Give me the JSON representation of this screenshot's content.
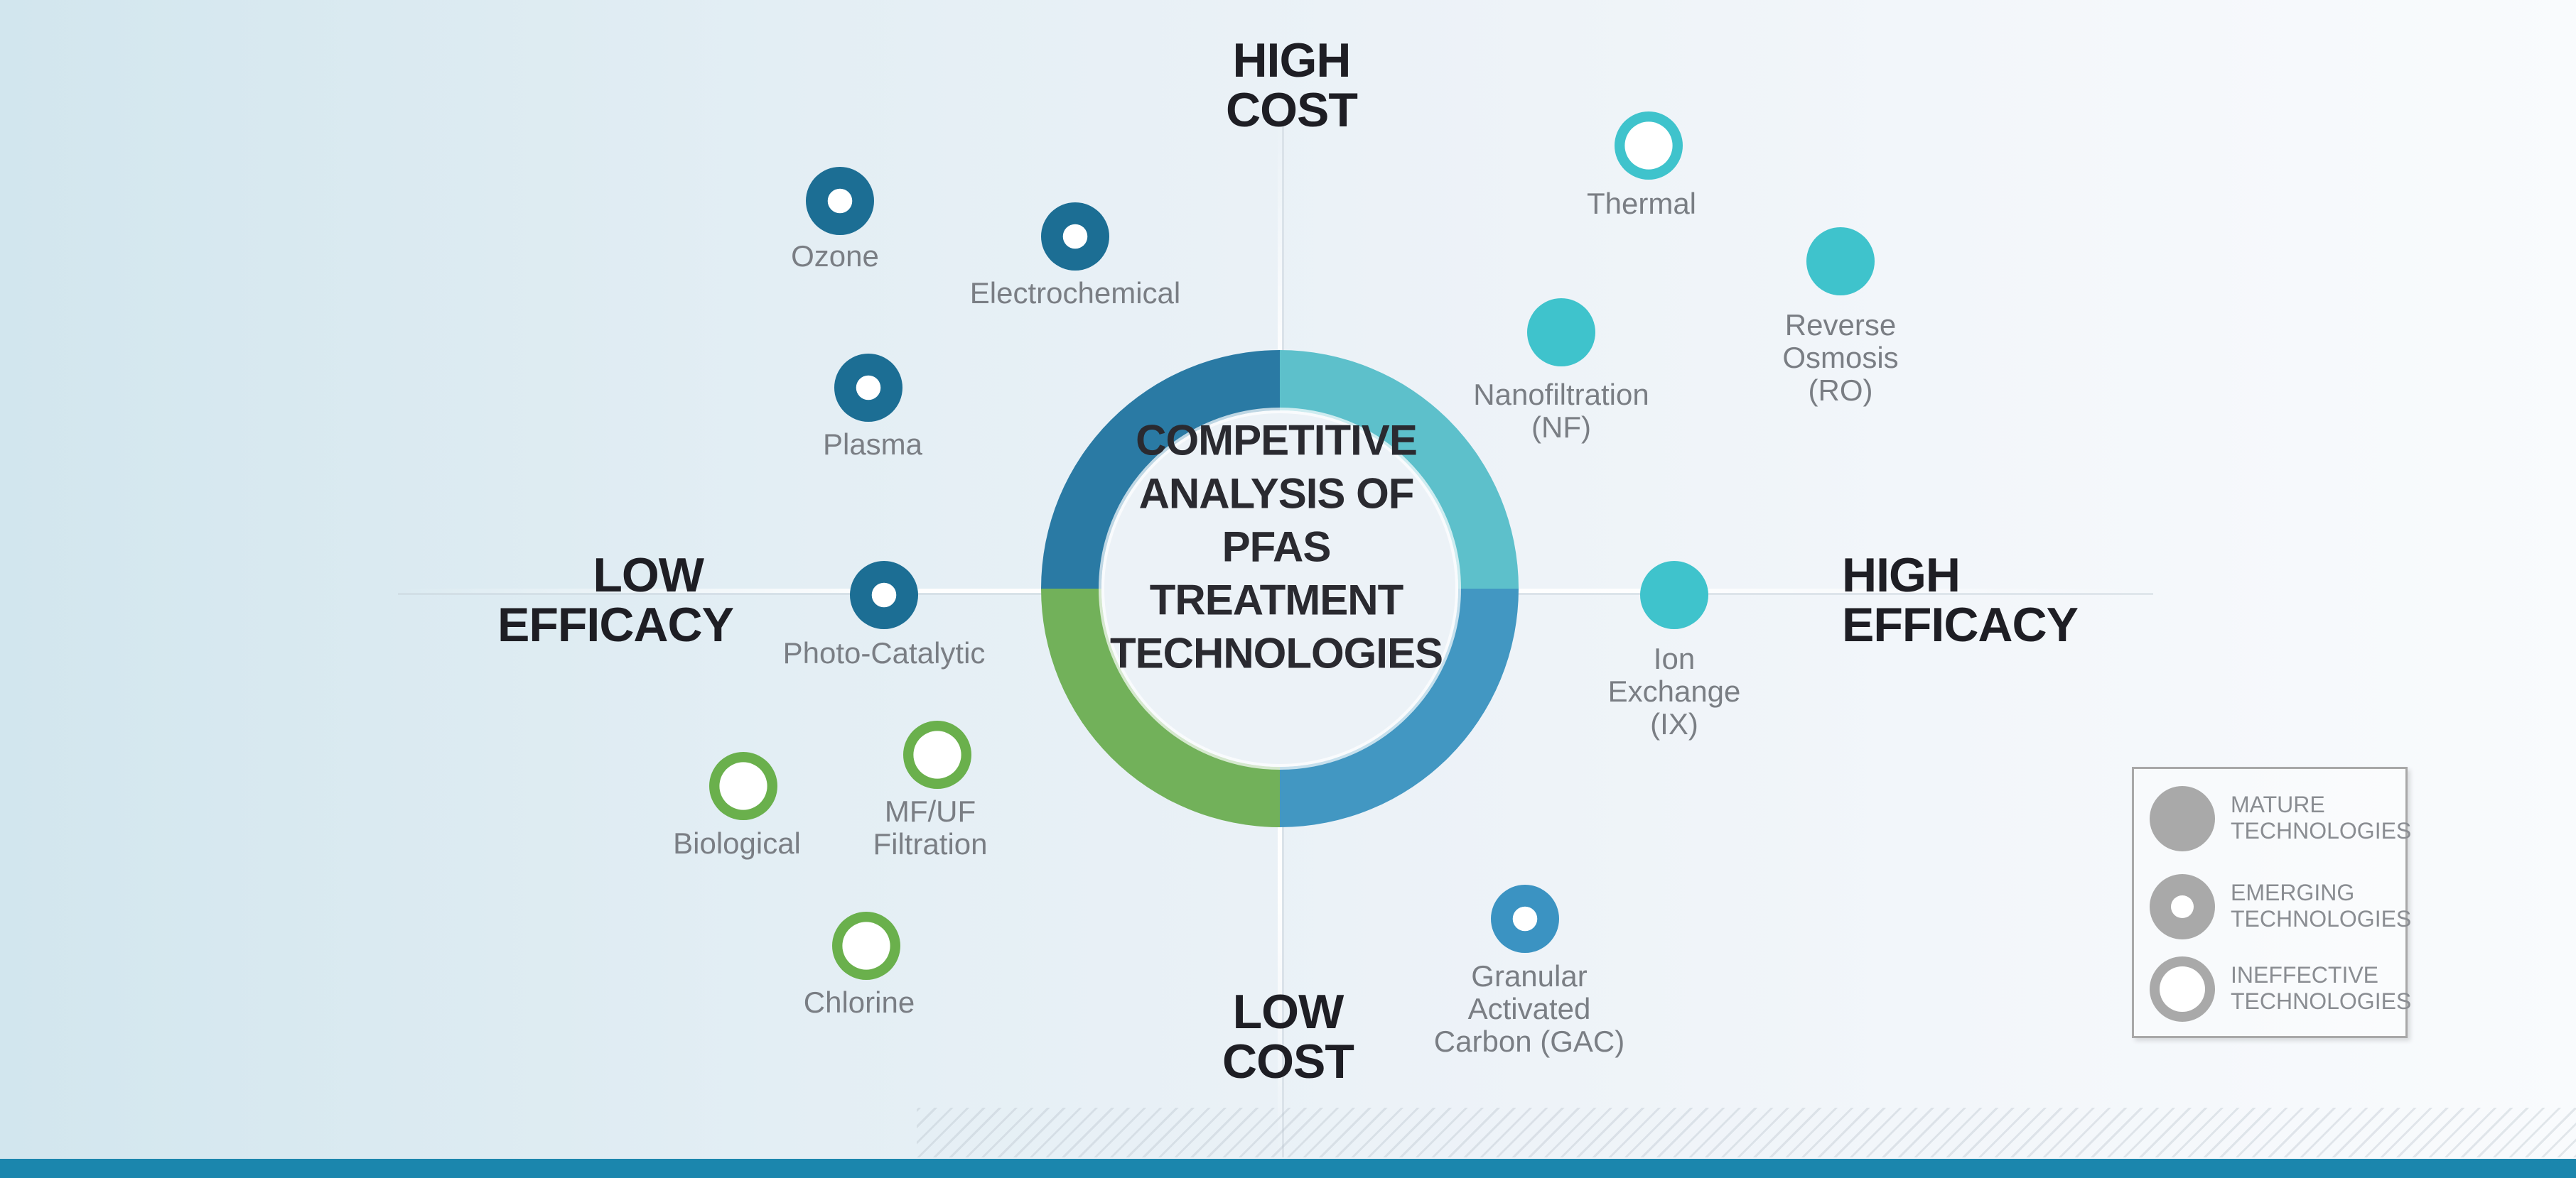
{
  "title_lines": [
    "COMPETITIVE",
    "ANALYSIS OF PFAS",
    "TREATMENT",
    "TECHNOLOGIES"
  ],
  "axes": {
    "top": [
      "HIGH",
      "COST"
    ],
    "bottom": [
      "LOW",
      "COST"
    ],
    "left": [
      "LOW",
      "EFFICACY"
    ],
    "right": [
      "HIGH",
      "EFFICACY"
    ]
  },
  "colors": {
    "dark_blue": "#1c6e94",
    "medium_blue": "#3b93c2",
    "teal": "#3fc3cc",
    "green": "#6ab04c",
    "legend_gray": "#a9a9a9",
    "axis_text": "#1e1e24",
    "label_text": "#7a7e84",
    "bottom_bar": "#1b86ad"
  },
  "technologies": [
    {
      "name": "ozone",
      "label": [
        "Ozone"
      ],
      "category": "emerging",
      "color": "dark_blue"
    },
    {
      "name": "electrochemical",
      "label": [
        "Electrochemical"
      ],
      "category": "emerging",
      "color": "dark_blue"
    },
    {
      "name": "plasma",
      "label": [
        "Plasma"
      ],
      "category": "emerging",
      "color": "dark_blue"
    },
    {
      "name": "photo-catalytic",
      "label": [
        "Photo-Catalytic"
      ],
      "category": "emerging",
      "color": "dark_blue"
    },
    {
      "name": "thermal",
      "label": [
        "Thermal"
      ],
      "category": "ineffective",
      "color": "teal"
    },
    {
      "name": "reverse-osmosis",
      "label": [
        "Reverse",
        "Osmosis",
        "(RO)"
      ],
      "category": "mature",
      "color": "teal"
    },
    {
      "name": "nanofiltration",
      "label": [
        "Nanofiltration",
        "(NF)"
      ],
      "category": "mature",
      "color": "teal"
    },
    {
      "name": "ion-exchange",
      "label": [
        "Ion",
        "Exchange",
        "(IX)"
      ],
      "category": "mature",
      "color": "teal"
    },
    {
      "name": "biological",
      "label": [
        "Biological"
      ],
      "category": "ineffective",
      "color": "green"
    },
    {
      "name": "mf-uf-filtration",
      "label": [
        "MF/UF",
        "Filtration"
      ],
      "category": "ineffective",
      "color": "green"
    },
    {
      "name": "chlorine",
      "label": [
        "Chlorine"
      ],
      "category": "ineffective",
      "color": "green"
    },
    {
      "name": "granular-activated-carbon",
      "label": [
        "Granular",
        "Activated",
        "Carbon (GAC)"
      ],
      "category": "emerging",
      "color": "medium_blue"
    }
  ],
  "legend": [
    {
      "category": "mature",
      "label": [
        "MATURE",
        "TECHNOLOGIES"
      ]
    },
    {
      "category": "emerging",
      "label": [
        "EMERGING",
        "TECHNOLOGIES"
      ]
    },
    {
      "category": "ineffective",
      "label": [
        "INEFFECTIVE",
        "TECHNOLOGIES"
      ]
    }
  ]
}
